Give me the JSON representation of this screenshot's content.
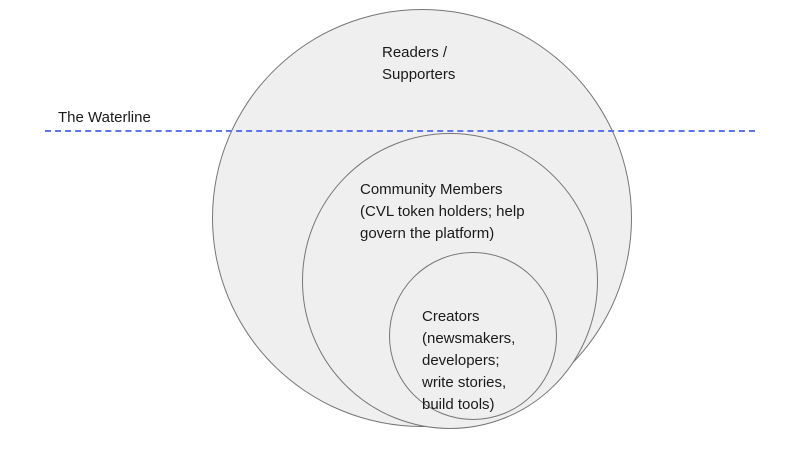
{
  "canvas": {
    "background": "#ffffff",
    "circle_fill": "#efefef",
    "circle_stroke": "#767676",
    "text_color": "#1a1a1a"
  },
  "waterline": {
    "label": "The Waterline",
    "line_color": "#5b76e8"
  },
  "circles": {
    "outer": {
      "name": "Readers / Supporters",
      "label": "Readers /\nSupporters"
    },
    "middle": {
      "name": "Community Members",
      "label": "Community Members\n(CVL token holders; help\ngovern the platform)"
    },
    "inner": {
      "name": "Creators",
      "label": "Creators\n(newsmakers,\ndevelopers;\nwrite stories,\nbuild tools)"
    }
  }
}
